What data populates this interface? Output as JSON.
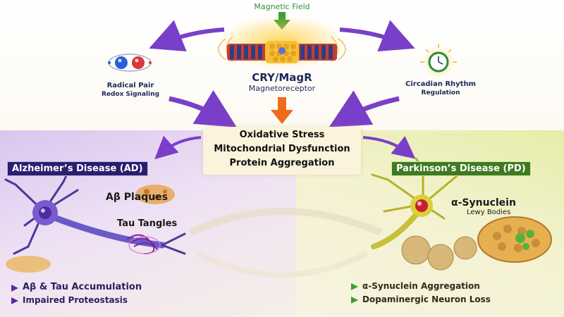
{
  "top": {
    "field_label": "Magnetic Field",
    "receptor_title": "CRY/MagR",
    "receptor_subtitle": "Magnetoreceptor",
    "left_node": {
      "title": "Radical Pair",
      "subtitle": "Redox Signaling"
    },
    "right_node": {
      "title": "Circadian Rhythm",
      "subtitle": "Regulation"
    }
  },
  "center": {
    "lines": [
      "Oxidative Stress",
      "Mitochondrial Dysfunction",
      "Protein Aggregation"
    ]
  },
  "ad": {
    "label": "Alzheimer’s Disease (AD)",
    "plaques_label": "Aβ Plaques",
    "tangles_label": "Tau Tangles",
    "bullets": [
      "Aβ & Tau Accumulation",
      "Impaired Proteostasis"
    ]
  },
  "pd": {
    "label": "Parkinson’s Disease (PD)",
    "synuclein_label": "α-Synuclein",
    "lewy_label": "Lewy Bodies",
    "bullets": [
      "α-Synuclein Aggregation",
      "Dopaminergic Neuron Loss"
    ]
  },
  "colors": {
    "ad_accent": "#2a1f6e",
    "pd_accent": "#3e7a22",
    "arrow_purple": "#7a3fc8",
    "arrow_orange": "#ef6a1a",
    "arrow_green": "#3aa02e",
    "text_dark": "#1e2a5a"
  },
  "icons": [
    "down-arrow-icon",
    "radical-pair-icon",
    "clock-icon",
    "membrane-icon",
    "neuron-icon",
    "plaque-icon",
    "tangle-icon",
    "lewy-body-icon",
    "bullet-arrow-icon"
  ]
}
